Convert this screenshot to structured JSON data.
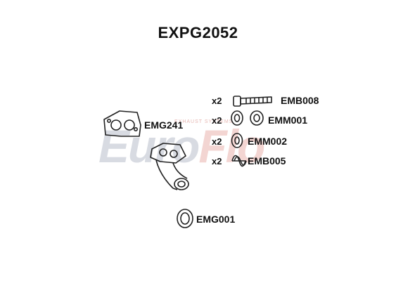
{
  "title": "EXPG2052",
  "watermark": {
    "main": "Euro",
    "accent": "Flo",
    "small": "EXHAUST SYSTEMS"
  },
  "colors": {
    "part_stroke": "#222222",
    "watermark_gray": "#d8dbe2",
    "watermark_red": "#f3d5d2"
  },
  "parts": [
    {
      "code": "EMG241",
      "qty": ""
    },
    {
      "code": "EMB008",
      "qty": "x2"
    },
    {
      "code": "EMM001",
      "qty": "x2"
    },
    {
      "code": "EMM002",
      "qty": "x2"
    },
    {
      "code": "EMB005",
      "qty": "x2"
    },
    {
      "code": "EMG001",
      "qty": ""
    }
  ]
}
